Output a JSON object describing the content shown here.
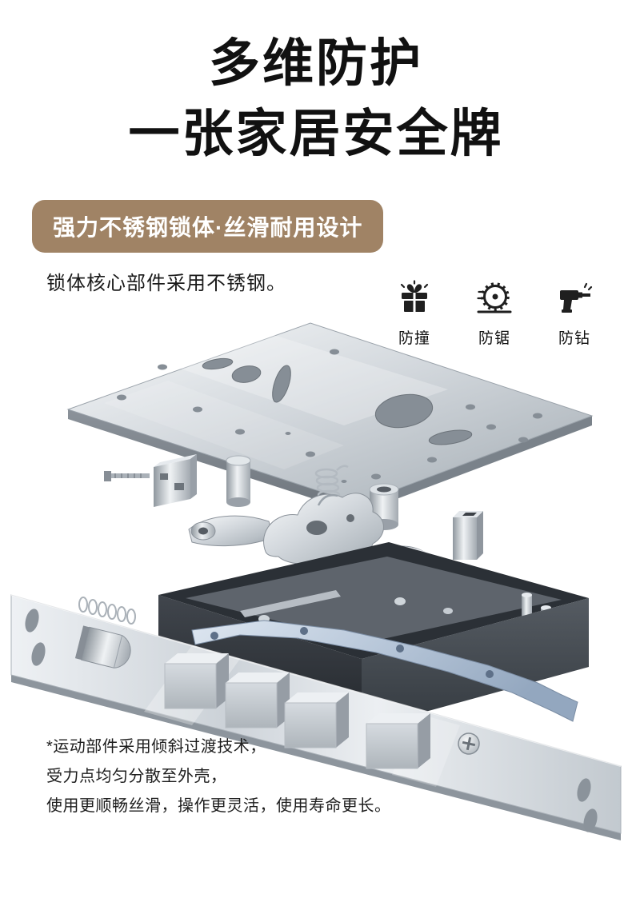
{
  "header": {
    "title_line1": "多维防护",
    "title_line2": "一张家居安全牌"
  },
  "feature_section": {
    "badge_label": "强力不锈钢锁体·丝滑耐用设计",
    "description": "锁体核心部件采用不锈钢。"
  },
  "protections": [
    {
      "label": "防撞",
      "icon": "anti-impact-gift-icon"
    },
    {
      "label": "防锯",
      "icon": "anti-saw-blade-icon"
    },
    {
      "label": "防钻",
      "icon": "anti-drill-icon"
    }
  ],
  "footnote": {
    "line1": "*运动部件采用倾斜过渡技术，",
    "line2": "受力点均匀分散至外壳，",
    "line3": "使用更顺畅丝滑，操作更灵活，使用寿命更长。"
  },
  "illustration": {
    "icon": "stainless-steel-lock-body-exploded-view"
  },
  "colors": {
    "background": "#ffffff",
    "heading_text": "#111111",
    "body_text": "#1d1d1d",
    "badge_bg": "#a08365",
    "badge_text": "#ffffff",
    "icon_color": "#1f1f1f",
    "steel_light": "#eff2f4",
    "steel_dark": "#8f969e",
    "case_dark": "#2b3036",
    "bar_blue": "#b9c8da"
  }
}
